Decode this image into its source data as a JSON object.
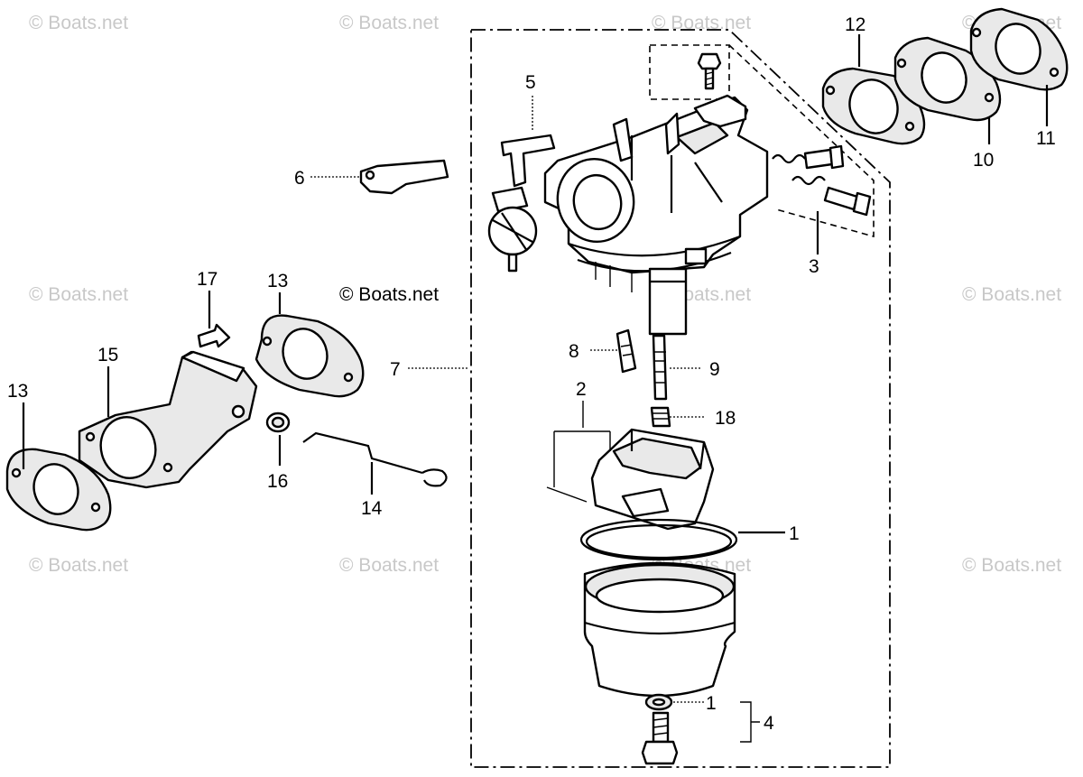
{
  "watermark": "© Boats.net",
  "center_credit": "© Boats.net",
  "callouts": {
    "c1a": "1",
    "c1b": "1",
    "c2": "2",
    "c3": "3",
    "c4": "4",
    "c5": "5",
    "c6": "6",
    "c7": "7",
    "c8": "8",
    "c9": "9",
    "c10": "10",
    "c11": "11",
    "c12": "12",
    "c13a": "13",
    "c13b": "13",
    "c14": "14",
    "c15": "15",
    "c16": "16",
    "c17": "17",
    "c18": "18"
  }
}
